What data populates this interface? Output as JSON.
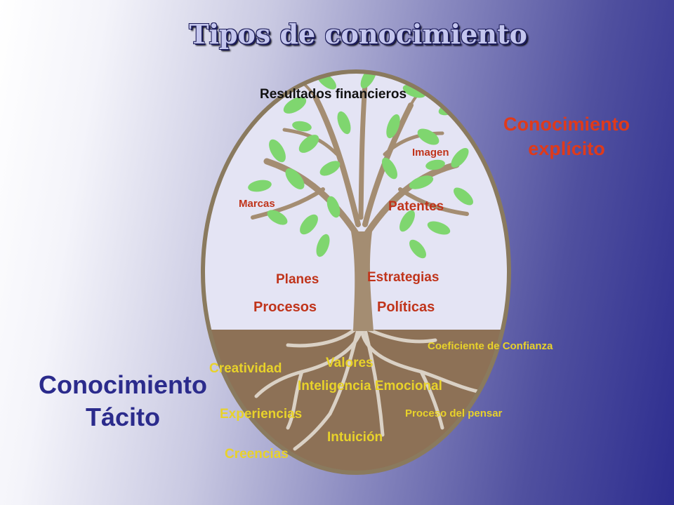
{
  "title": "Tipos de conocimiento",
  "explicit_heading": [
    "Conocimiento",
    "explícito"
  ],
  "tacit_heading": [
    "Conocimiento",
    "Tácito"
  ],
  "explicit_items": {
    "resultados": "Resultados financieros",
    "imagen": "Imagen",
    "marcas": "Marcas",
    "patentes": "Patentes",
    "planes": "Planes",
    "estrategias": "Estrategias",
    "procesos": "Procesos",
    "politicas": "Políticas"
  },
  "tacit_items": {
    "coeficiente": "Coeficiente de Confianza",
    "valores": "Valores",
    "creatividad": "Creatividad",
    "inteligencia": "Inteligencia Emocional",
    "experiencias": "Experiencias",
    "pensar": "Proceso del pensar",
    "intuicion": "Intuición",
    "creencias": "Creencias"
  },
  "colors": {
    "explicit_text": "#c0341b",
    "explicit_heading": "#e03a1a",
    "tacit_text": "#e8d22a",
    "tacit_heading": "#2b2b8c",
    "soil": "#8d7156",
    "trunk": "#a48d72",
    "leaf": "#7fd66f",
    "oval_border": "#8a7a5e"
  }
}
